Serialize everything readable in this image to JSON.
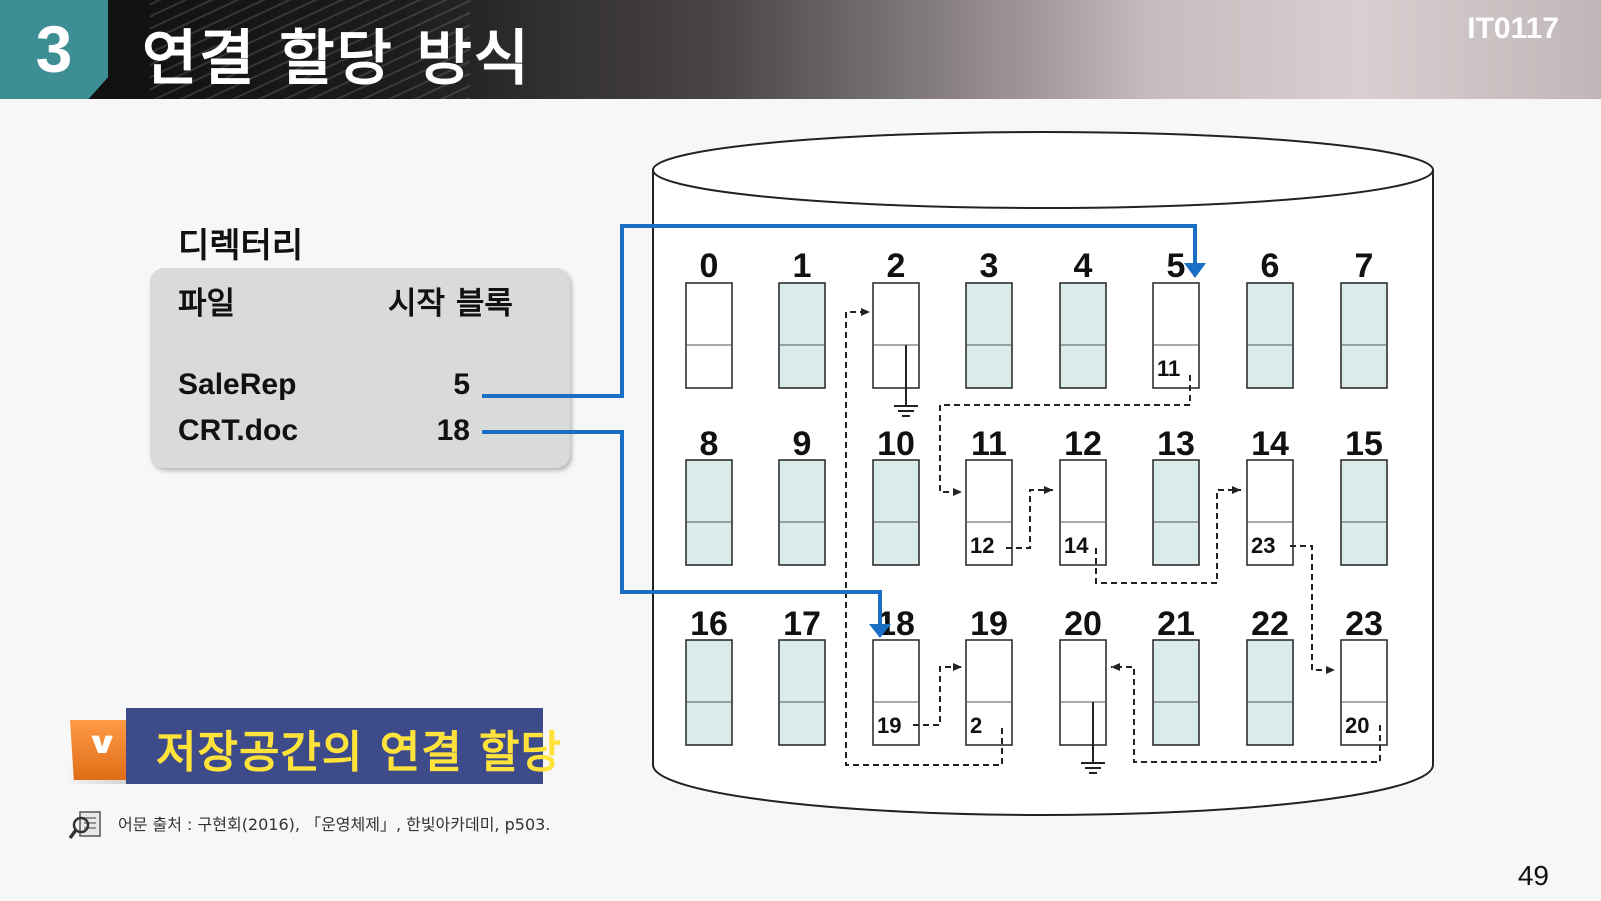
{
  "header": {
    "section_number": "3",
    "title": "연결 할당 방식",
    "course_code": "IT0117"
  },
  "directory": {
    "label": "디렉터리",
    "col_file": "파일",
    "col_start": "시작 블록",
    "rows": [
      {
        "file": "SaleRep",
        "start": "5"
      },
      {
        "file": "CRT.doc",
        "start": "18"
      }
    ]
  },
  "disk": {
    "blocks": [
      {
        "num": "0",
        "used": true,
        "ptr": ""
      },
      {
        "num": "1",
        "used": false,
        "ptr": ""
      },
      {
        "num": "2",
        "used": true,
        "ptr": "",
        "ground": true
      },
      {
        "num": "3",
        "used": false,
        "ptr": ""
      },
      {
        "num": "4",
        "used": false,
        "ptr": ""
      },
      {
        "num": "5",
        "used": true,
        "ptr": "11"
      },
      {
        "num": "6",
        "used": false,
        "ptr": ""
      },
      {
        "num": "7",
        "used": false,
        "ptr": ""
      },
      {
        "num": "8",
        "used": false,
        "ptr": ""
      },
      {
        "num": "9",
        "used": false,
        "ptr": ""
      },
      {
        "num": "10",
        "used": false,
        "ptr": ""
      },
      {
        "num": "11",
        "used": true,
        "ptr": "12"
      },
      {
        "num": "12",
        "used": true,
        "ptr": "14"
      },
      {
        "num": "13",
        "used": false,
        "ptr": ""
      },
      {
        "num": "14",
        "used": true,
        "ptr": "23"
      },
      {
        "num": "15",
        "used": false,
        "ptr": ""
      },
      {
        "num": "16",
        "used": false,
        "ptr": ""
      },
      {
        "num": "17",
        "used": false,
        "ptr": ""
      },
      {
        "num": "18",
        "used": true,
        "ptr": "19"
      },
      {
        "num": "19",
        "used": true,
        "ptr": "2"
      },
      {
        "num": "20",
        "used": true,
        "ptr": "",
        "ground": true
      },
      {
        "num": "21",
        "used": false,
        "ptr": ""
      },
      {
        "num": "22",
        "used": false,
        "ptr": ""
      },
      {
        "num": "23",
        "used": true,
        "ptr": "20"
      }
    ],
    "colors": {
      "used": "#ffffff",
      "free": "#d9ebea",
      "pointer": "#1a6fc4"
    }
  },
  "caption": "저장공간의 연결 할당",
  "source": "어문 출처 : 구현회(2016), 「운영체제」, 한빛아카데미, p503.",
  "page_number": "49"
}
